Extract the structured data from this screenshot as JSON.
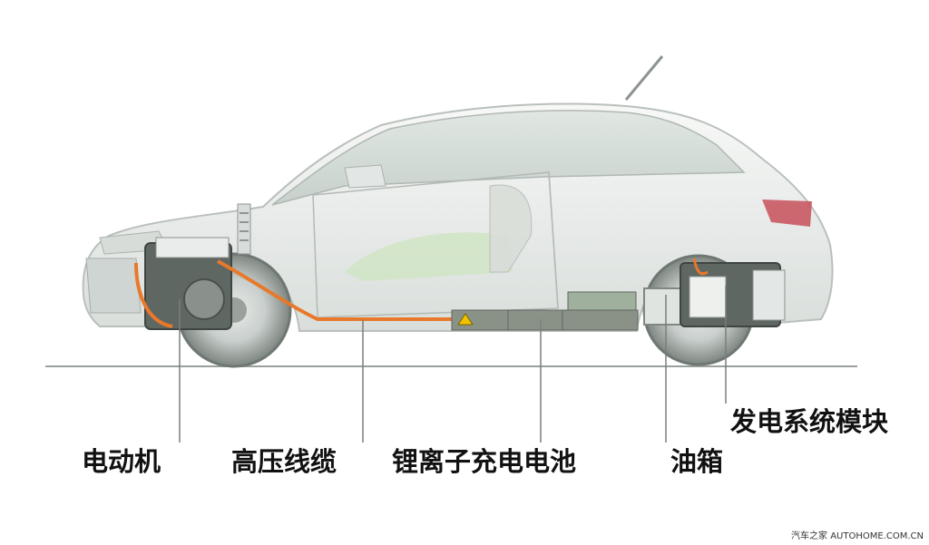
{
  "labels": {
    "motor": "电动机",
    "cable": "高压线缆",
    "battery": "锂离子充电电池",
    "fuel_tank": "油箱",
    "generator": "发电系统模块"
  },
  "watermark": "汽车之家 AUTOHOME.COM.CN",
  "colors": {
    "cable": "#e8792b",
    "battery": "#8a9288",
    "warning": "#f2c200",
    "body": "#eef0ee",
    "label": "#111111"
  }
}
